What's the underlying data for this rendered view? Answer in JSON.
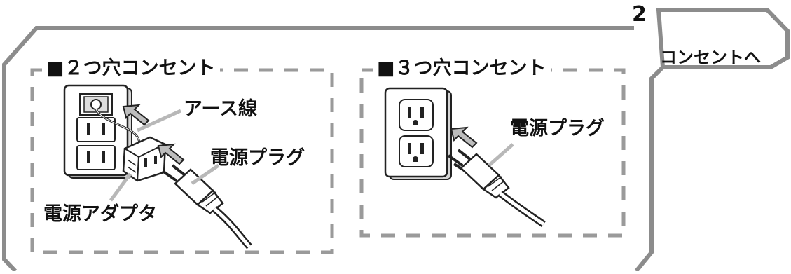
{
  "step": {
    "number": "2",
    "tab_label": "コンセントへ"
  },
  "panel_two_hole": {
    "title": "■２つ穴コンセント",
    "labels": {
      "earth_wire": "アース線",
      "power_plug": "電源プラグ",
      "power_adapter": "電源アダプタ"
    }
  },
  "panel_three_hole": {
    "title": "■３つ穴コンセント",
    "labels": {
      "power_plug": "電源プラグ"
    }
  },
  "colors": {
    "frame": "#8c8c8c",
    "dash": "#9a9a9a",
    "arrow_fill": "#bdbdbd",
    "callout_line": "#b8b8b8",
    "outlet_shadow": "#d6d6d6",
    "ink": "#111111"
  }
}
